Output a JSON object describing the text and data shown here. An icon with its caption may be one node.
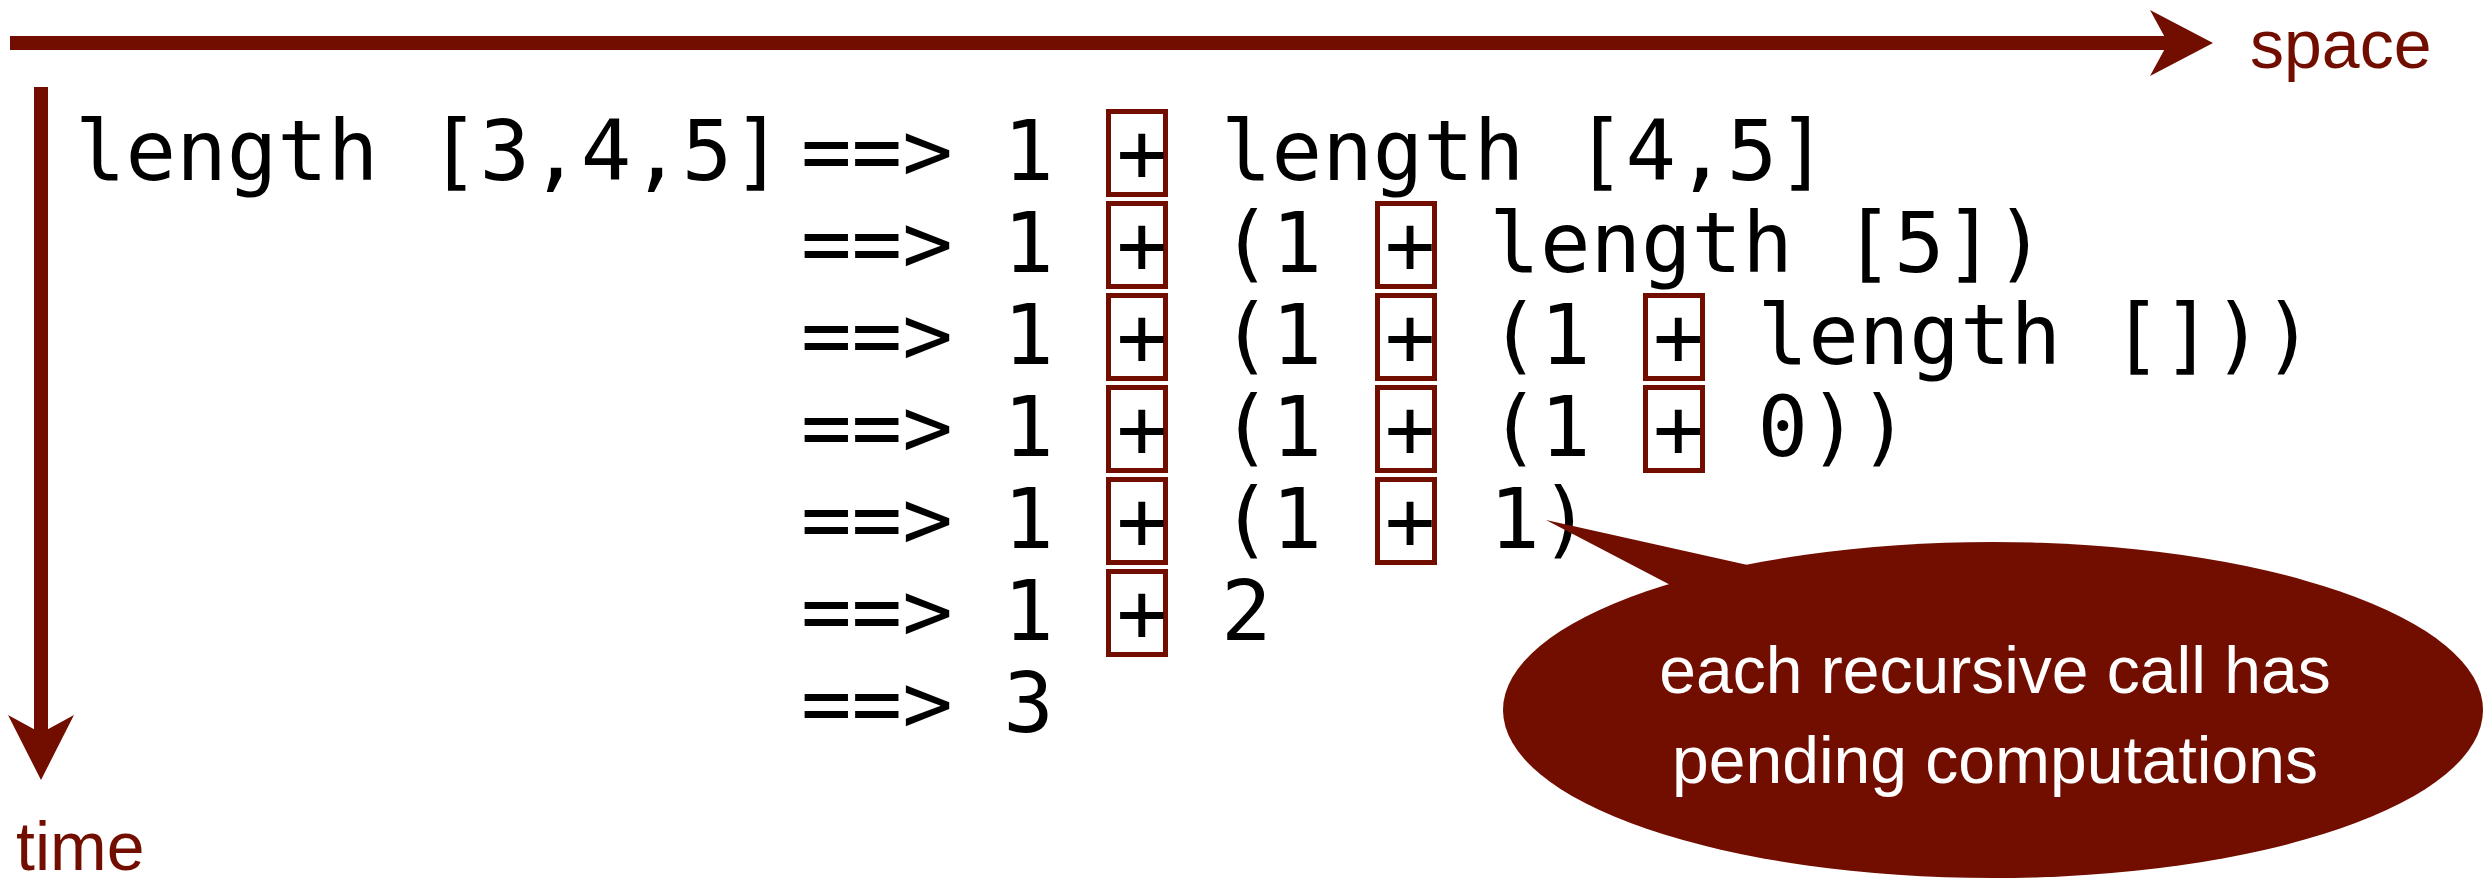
{
  "diagram": {
    "nodes": [
      {
        "text": [
          "each recursive call has pending computations"
        ]
      }
    ],
    "edges": [],
    "labels": [
      "space",
      "time",
      "length [3,4,5]",
      "==> 1 + length [4,5]",
      "==> 1 + (1 + length [5])",
      "==> 1 + (1 + (1 + length []))",
      "==> 1 + (1 + (1 + 0))",
      "==> 1 + (1 + 1)",
      "==> 1 + 2",
      "==> 3"
    ]
  }
}
